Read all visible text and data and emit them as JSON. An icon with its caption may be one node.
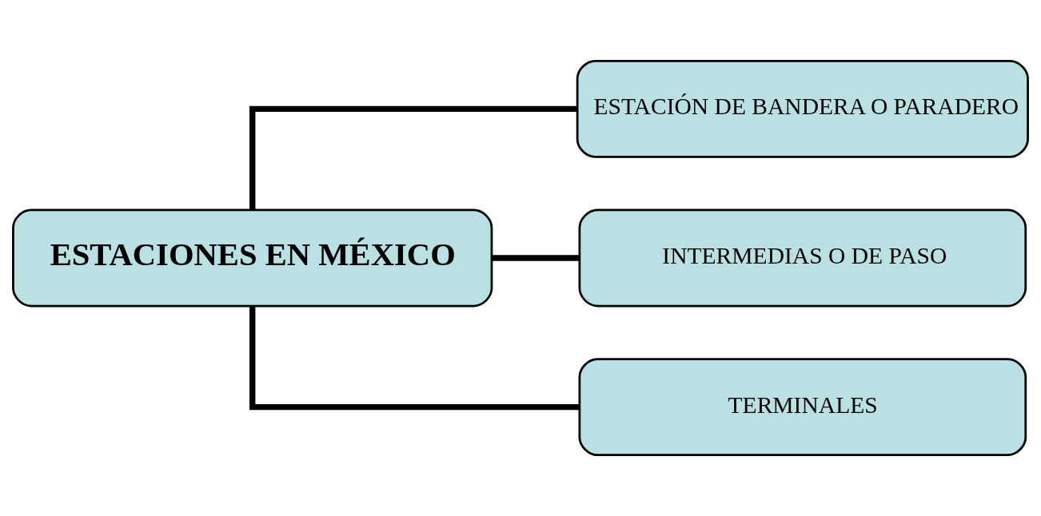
{
  "diagram": {
    "nodes": [
      {
        "text": [
          "ESTACIONES EN MÉXICO"
        ]
      },
      {
        "text": [
          "ESTACIÓN DE BANDERA O PARADERO"
        ]
      },
      {
        "text": [
          "INTERMEDIAS O DE PASO"
        ]
      },
      {
        "text": [
          "TERMINALES"
        ]
      }
    ],
    "edges": [
      {
        "from": 0,
        "to": 1,
        "arrow": "none"
      },
      {
        "from": 0,
        "to": 2,
        "arrow": "none"
      },
      {
        "from": 0,
        "to": 3,
        "arrow": "none"
      }
    ]
  }
}
